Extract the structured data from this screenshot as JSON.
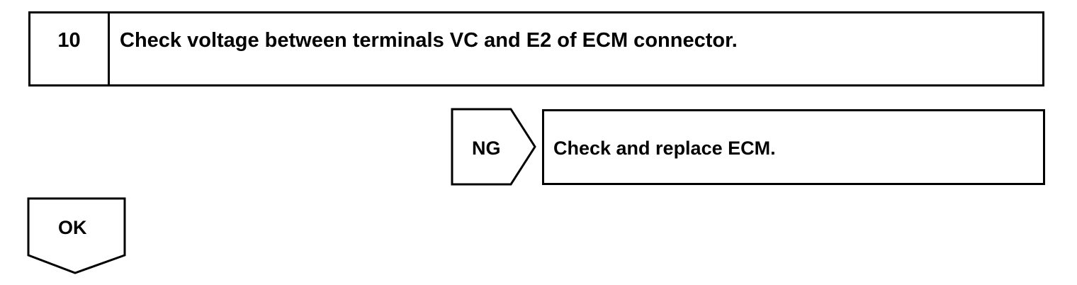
{
  "step": {
    "number": "10",
    "title": "Check voltage between terminals VC and E2 of ECM connector."
  },
  "ng_branch": {
    "label": "NG",
    "action": "Check and replace ECM."
  },
  "ok_branch": {
    "label": "OK"
  }
}
